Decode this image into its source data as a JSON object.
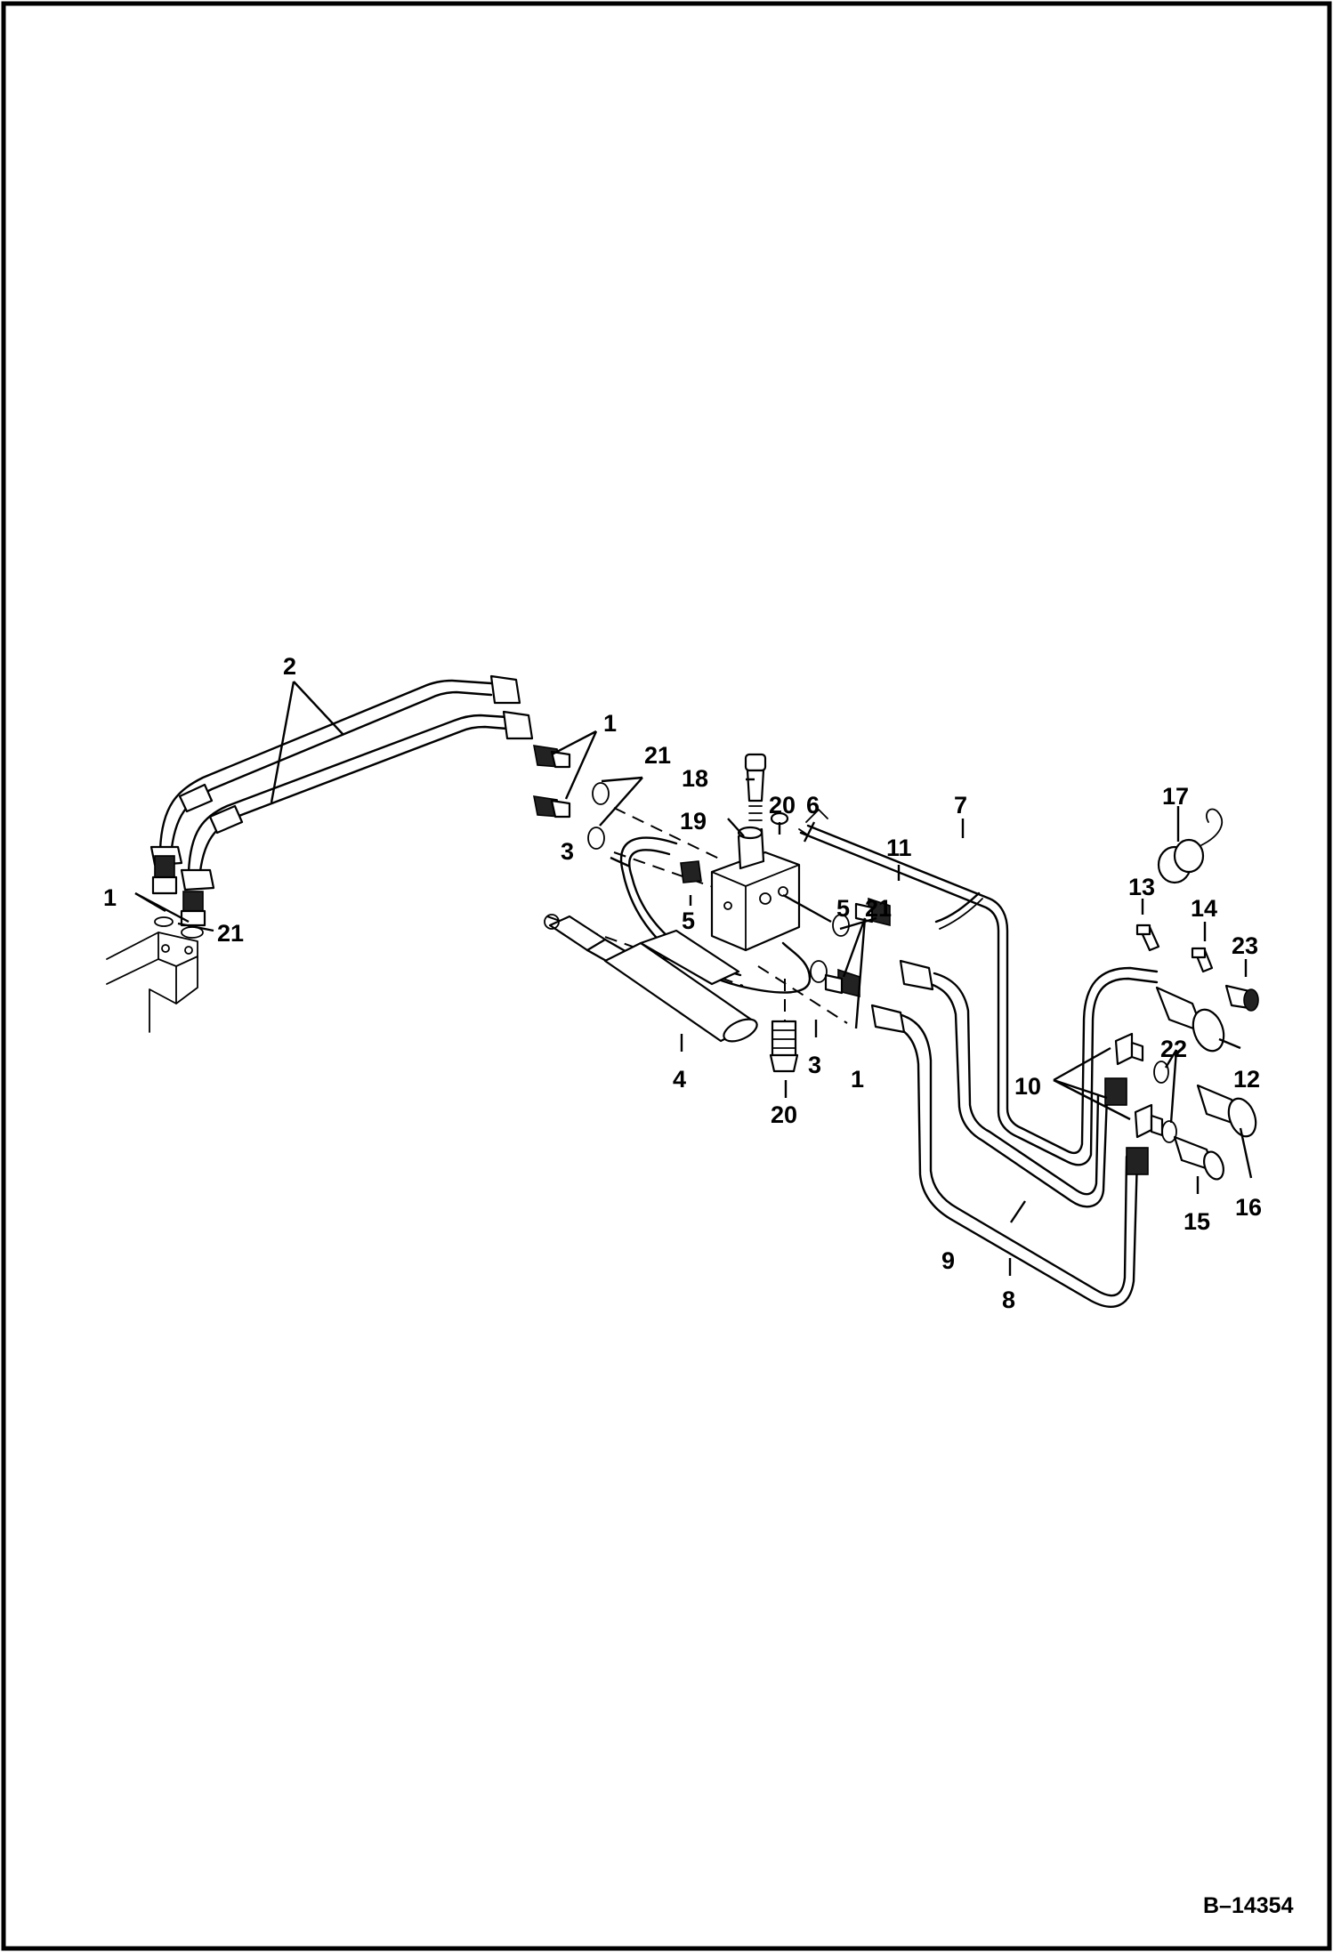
{
  "callouts": [
    "1",
    "1",
    "1",
    "2",
    "3",
    "3",
    "4",
    "5",
    "5",
    "6",
    "7",
    "8",
    "9",
    "10",
    "11",
    "12",
    "13",
    "14",
    "15",
    "16",
    "17",
    "18",
    "19",
    "20",
    "20",
    "21",
    "21",
    "21",
    "22",
    "23"
  ],
  "drawing_code": "B–14354"
}
